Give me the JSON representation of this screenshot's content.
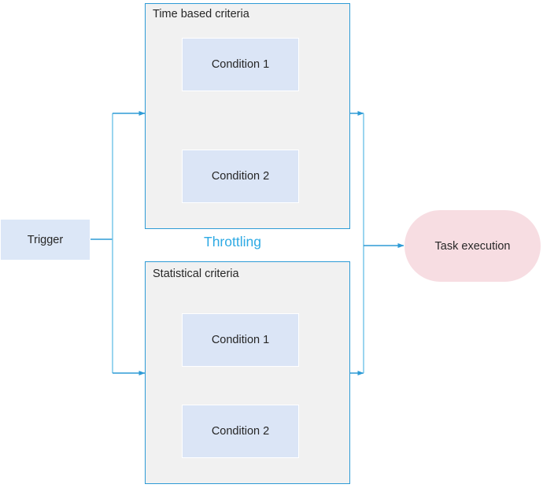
{
  "diagram": {
    "title_label": "Throttling",
    "accent_color": "#2eaae4",
    "connector_color": "#2e9bd6",
    "connector_color_light": "#6fc3e8",
    "condition_fill": "#dbe5f6",
    "trigger_fill": "#dce7f7",
    "task_fill": "#f7dde2",
    "group_fill": "#f1f1f1",
    "text_color": "#262626"
  },
  "nodes": {
    "trigger": {
      "label": "Trigger"
    },
    "task": {
      "label": "Task execution"
    }
  },
  "groups": [
    {
      "id": "time-based-criteria",
      "title": "Time based criteria",
      "conditions": [
        {
          "label": "Condition 1"
        },
        {
          "label": "Condition 2"
        }
      ]
    },
    {
      "id": "statistical-criteria",
      "title": "Statistical criteria",
      "conditions": [
        {
          "label": "Condition 1"
        },
        {
          "label": "Condition 2"
        }
      ]
    }
  ]
}
